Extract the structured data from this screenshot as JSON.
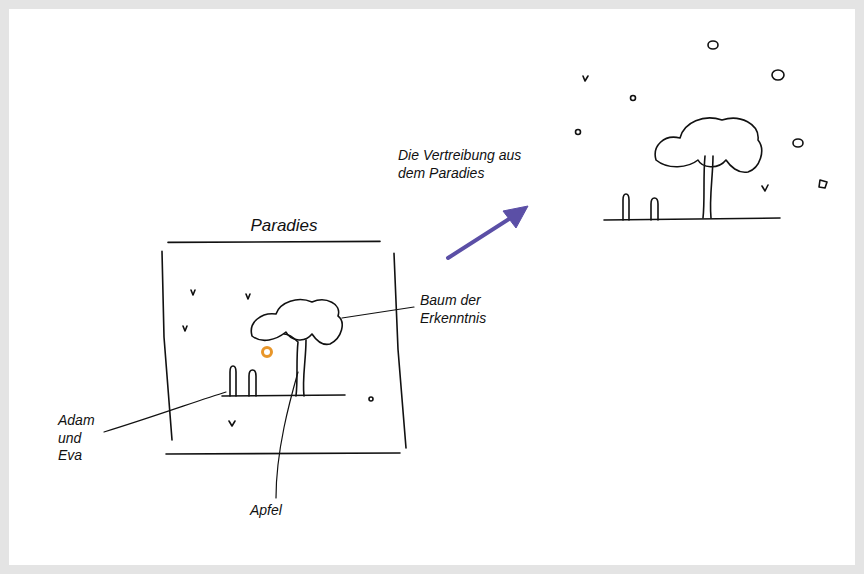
{
  "diagram": {
    "nodes": [
      {
        "text": [
          "Paradies"
        ]
      }
    ],
    "labels": [
      "Die Vertreibung aus dem Paradies",
      "Baum der Erkenntnis",
      "Adam und Eva",
      "Apfel"
    ]
  }
}
